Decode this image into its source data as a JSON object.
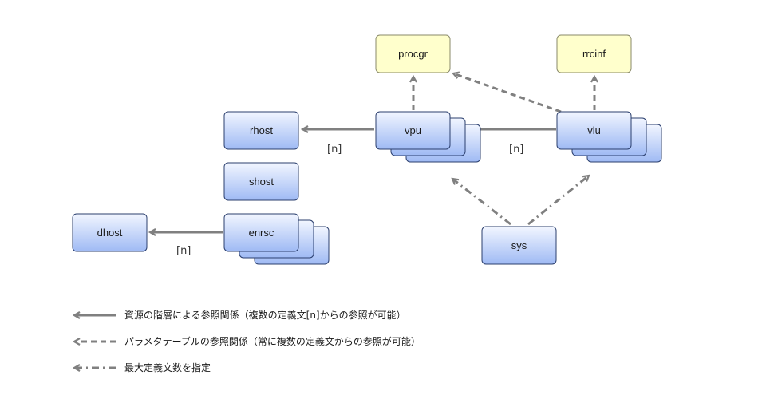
{
  "colors": {
    "box_blue_top": "#f2f6ff",
    "box_blue_bottom": "#9fbaf4",
    "box_blue_stroke": "#2b3f6e",
    "box_yellow": "#ffffcc",
    "box_yellow_stroke": "#8a8a6a",
    "arrow": "#808080"
  },
  "nodes": {
    "procgr": "procgr",
    "rrcinf": "rrcinf",
    "rhost": "rhost",
    "vpu": "vpu",
    "vlu": "vlu",
    "shost": "shost",
    "dhost": "dhost",
    "enrsc": "enrsc",
    "sys": "sys"
  },
  "multiplicity": {
    "vpu_rhost": "[n]",
    "vlu_vpu": "[n]",
    "enrsc_dhost": "[n]"
  },
  "legend": {
    "solid": "資源の階層による参照関係（複数の定義文[n]からの参照が可能）",
    "dashed": "パラメタテーブルの参照関係（常に複数の定義文からの参照が可能）",
    "dashdot": "最大定義文数を指定"
  }
}
